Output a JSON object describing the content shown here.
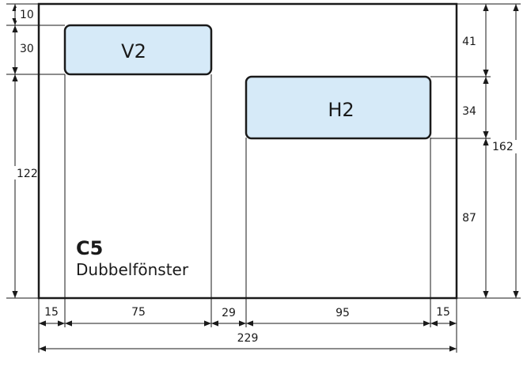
{
  "envelope": {
    "size_label": "C5",
    "type_label": "Dubbelfönster"
  },
  "windows": {
    "left": {
      "label": "V2",
      "fill": "#d6eaf8"
    },
    "right": {
      "label": "H2",
      "fill": "#d6eaf8"
    }
  },
  "dimensions": {
    "left_top": "10",
    "left_window_height": "30",
    "left_bottom": "122",
    "right_top": "41",
    "right_window_height": "34",
    "right_bottom": "87",
    "right_total": "162",
    "bottom_margin_left": "15",
    "bottom_window_left": "75",
    "bottom_gap": "29",
    "bottom_window_right": "95",
    "bottom_margin_right": "15",
    "total_width": "229"
  },
  "colors": {
    "line": "#1a1a1a",
    "window_fill": "#d6eaf8"
  }
}
